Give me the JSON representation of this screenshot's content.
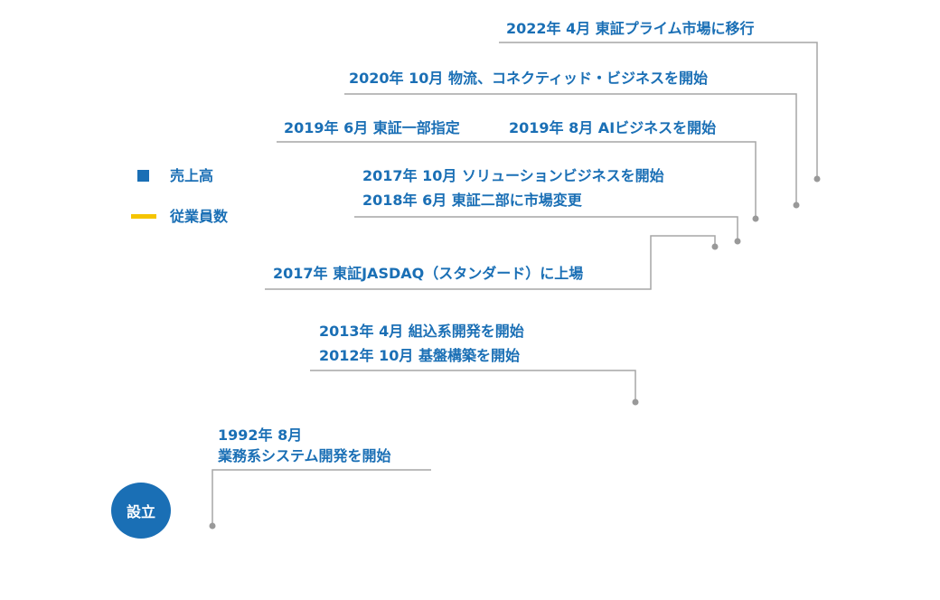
{
  "colors": {
    "text": "#1a6fb5",
    "line": "#a6a6a6",
    "dot": "#999999",
    "sales": "#1a6fb5",
    "employees": "#f5c400",
    "founding": "#1a6fb5"
  },
  "legend": {
    "sales_label": "売上高",
    "employees_label": "従業員数"
  },
  "founding_label": "設立",
  "events": {
    "e2022": "2022年 4月  東証プライム市場に移行",
    "e2020": "2020年 10月  物流、コネクティッド・ビジネスを開始",
    "e2019a": "2019年 6月  東証一部指定",
    "e2019b": "2019年 8月  AIビジネスを開始",
    "e2017a": "2017年 10月  ソリューションビジネスを開始",
    "e2018": "2018年   6月  東証二部に市場変更",
    "e2017b": "2017年  東証JASDAQ（スタンダード）に上場",
    "e2013": "2013年   4月  組込系開発を開始",
    "e2012": "2012年 10月  基盤構築を開始",
    "e1992a": "1992年 8月",
    "e1992b": "業務系システム開発を開始"
  }
}
